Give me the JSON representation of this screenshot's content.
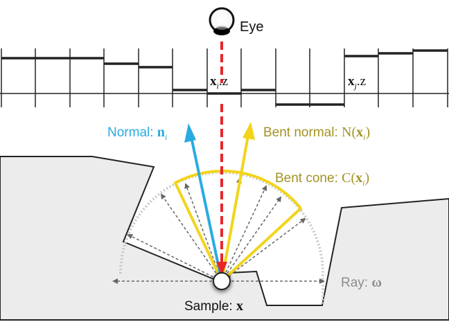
{
  "labels": {
    "eye": "Eye",
    "xi_bold": "x",
    "xi_sub": "i",
    "xi_suffix": ".z",
    "xj_bold": "x",
    "xj_sub": "j",
    "xj_suffix": ".z",
    "normal_prefix": "Normal: ",
    "normal_symbol": "n",
    "normal_sub": "i",
    "bent_normal_prefix": "Bent normal: ",
    "bent_normal_func": "N(",
    "bent_normal_var": "x",
    "bent_normal_sub": "i",
    "bent_normal_close": ")",
    "bent_cone_prefix": "Bent cone:  ",
    "bent_cone_func": "C(",
    "bent_cone_var": "x",
    "bent_cone_sub": "i",
    "bent_cone_close": ")",
    "ray_prefix": "Ray: ",
    "ray_symbol": "ω",
    "sample_prefix": "Sample: ",
    "sample_symbol": "x"
  },
  "colors": {
    "normal": "#29abe2",
    "bent": "#f2d41a",
    "bent_text": "#a39324",
    "view_ray": "#e8262a",
    "ray_text": "#8c8c8c",
    "surface_fill": "#ececec",
    "dashed_arrow": "#666666",
    "hemisphere": "#c8c8c8"
  }
}
